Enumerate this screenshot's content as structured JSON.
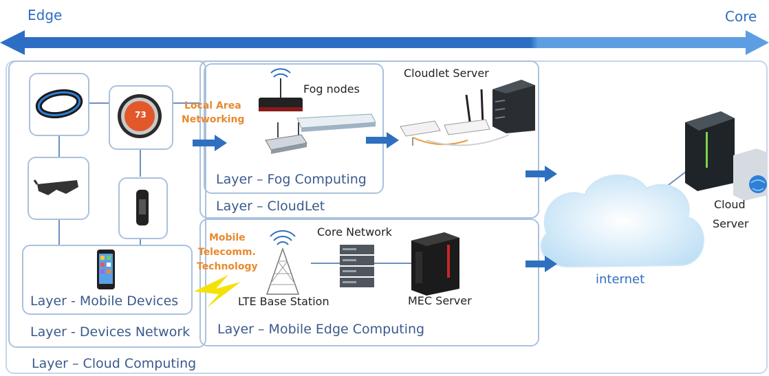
{
  "axis": {
    "left_label": "Edge",
    "right_label": "Core"
  },
  "layers": {
    "cloud": "Layer – Cloud Computing",
    "devices_network": "Layer - Devices Network",
    "mobile_devices": "Layer - Mobile Devices",
    "cloudlet": "Layer – CloudLet",
    "fog": "Layer – Fog Computing",
    "mec": "Layer – Mobile Edge Computing"
  },
  "nodes": {
    "fog_nodes": "Fog nodes",
    "cloudlet_server": "Cloudlet Server",
    "core_network": "Core Network",
    "lte_base_station": "LTE Base Station",
    "mec_server": "MEC Server",
    "internet": "internet",
    "cloud_server_line1": "Cloud",
    "cloud_server_line2": "Server"
  },
  "links": {
    "local_area_line1": "Local Area",
    "local_area_line2": "Networking",
    "mobile_line1": "Mobile",
    "mobile_line2": "Telecomm.",
    "mobile_line3": "Technology"
  },
  "device": {
    "thermostat_reading": "73"
  },
  "colors": {
    "arrow_blue": "#2f6fbf",
    "layer_text": "#3a5a8c",
    "box_border": "#a9c1dd",
    "link_orange": "#e8892d"
  }
}
